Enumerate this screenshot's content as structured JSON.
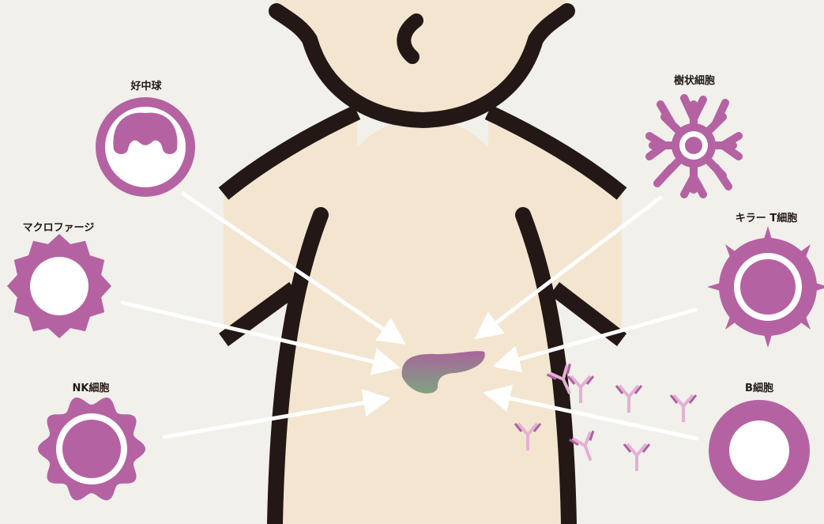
{
  "labels": {
    "neutrophil": "好中球",
    "dendritic": "樹状細胞",
    "macrophage": "マクロファージ",
    "killer_t": "キラー T細胞",
    "nk": "NK細胞",
    "b_cell": "B細胞"
  },
  "colors": {
    "background": "#f1f0eb",
    "skin": "#f3e5cf",
    "outline": "#231815",
    "cell": "#b562a3",
    "antibody_dark": "#b05ea0",
    "antibody_light": "#e2b0d5",
    "organ_top": "#a9659c",
    "organ_bottom": "#7ea37f",
    "arrow": "#ffffff"
  },
  "icons": {
    "organ": "pancreas-icon",
    "antibody": "antibody-icon",
    "arrow": "arrow-icon"
  }
}
